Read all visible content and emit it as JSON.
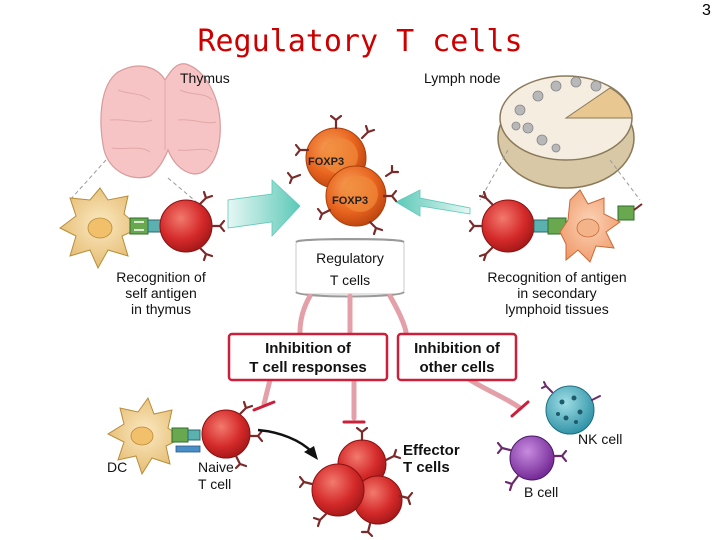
{
  "title": "Regulatory T cells",
  "page_number": "3",
  "labels": {
    "thymus": "Thymus",
    "lymph_node": "Lymph node",
    "foxp3_1": "FOXP3",
    "foxp3_2": "FOXP3",
    "regulatory_line1": "Regulatory",
    "regulatory_line2": "T cells",
    "recog_self_line1": "Recognition of",
    "recog_self_line2": "self antigen",
    "recog_self_line3": "in thymus",
    "recog_antigen_line1": "Recognition of antigen",
    "recog_antigen_line2": "in secondary",
    "recog_antigen_line3": "lymphoid tissues",
    "inhib_t_line1": "Inhibition of",
    "inhib_t_line2": "T cell responses",
    "inhib_other_line1": "Inhibition of",
    "inhib_other_line2": "other cells",
    "effector_line1": "Effector",
    "effector_line2": "T cells",
    "nk_cell": "NK cell",
    "b_cell": "B cell",
    "dc": "DC",
    "naive_line1": "Naive",
    "naive_line2": "T cell"
  },
  "colors": {
    "title": "#cc0000",
    "red_cell": "#d42a2a",
    "orange_cell": "#e8641e",
    "box_border": "#cc1f3a",
    "arrow_teal": "#6ecfc0",
    "nk_cell": "#3aa7b8",
    "b_cell": "#8a3aa8"
  }
}
